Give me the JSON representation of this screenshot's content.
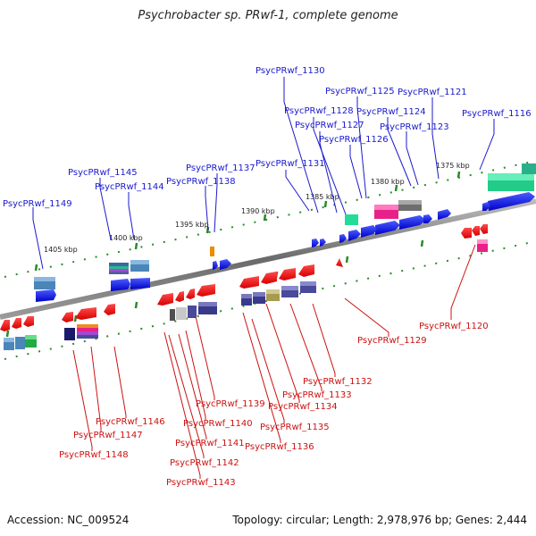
{
  "title": "Psychrobacter sp. PRwf-1, complete genome",
  "footer": {
    "accession": "Accession: NC_009524",
    "summary": "Topology: circular; Length: 2,978,976 bp; Genes: 2,444"
  },
  "ticks": [
    {
      "label": "1375 kbp"
    },
    {
      "label": "1380 kbp"
    },
    {
      "label": "1385 kbp"
    },
    {
      "label": "1390 kbp"
    },
    {
      "label": "1395 kbp"
    },
    {
      "label": "1400 kbp"
    },
    {
      "label": "1405 kbp"
    }
  ],
  "labels_top": [
    {
      "text": "PsycPRwf_1130"
    },
    {
      "text": "PsycPRwf_1125"
    },
    {
      "text": "PsycPRwf_1121"
    },
    {
      "text": "PsycPRwf_1128"
    },
    {
      "text": "PsycPRwf_1124"
    },
    {
      "text": "PsycPRwf_1116"
    },
    {
      "text": "PsycPRwf_1127"
    },
    {
      "text": "PsycPRwf_1123"
    },
    {
      "text": "PsycPRwf_1126"
    },
    {
      "text": "PsycPRwf_1131"
    },
    {
      "text": "PsycPRwf_1137"
    },
    {
      "text": "PsycPRwf_1145"
    },
    {
      "text": "PsycPRwf_1138"
    },
    {
      "text": "PsycPRwf_1144"
    },
    {
      "text": "PsycPRwf_1149"
    }
  ],
  "labels_bottom": [
    {
      "text": "PsycPRwf_1120"
    },
    {
      "text": "PsycPRwf_1129"
    },
    {
      "text": "PsycPRwf_1132"
    },
    {
      "text": "PsycPRwf_1133"
    },
    {
      "text": "PsycPRwf_1139"
    },
    {
      "text": "PsycPRwf_1134"
    },
    {
      "text": "PsycPRwf_1146"
    },
    {
      "text": "PsycPRwf_1140"
    },
    {
      "text": "PsycPRwf_1135"
    },
    {
      "text": "PsycPRwf_1147"
    },
    {
      "text": "PsycPRwf_1141"
    },
    {
      "text": "PsycPRwf_1136"
    },
    {
      "text": "PsycPRwf_1148"
    },
    {
      "text": "PsycPRwf_1142"
    },
    {
      "text": "PsycPRwf_1143"
    }
  ],
  "colors": {
    "forward_gene": "#0000dd",
    "reverse_gene": "#ee0000",
    "forward_label": "#1a1acc",
    "reverse_label": "#cc1111",
    "backbone": "#777777",
    "tick": "#2a8a2a"
  }
}
